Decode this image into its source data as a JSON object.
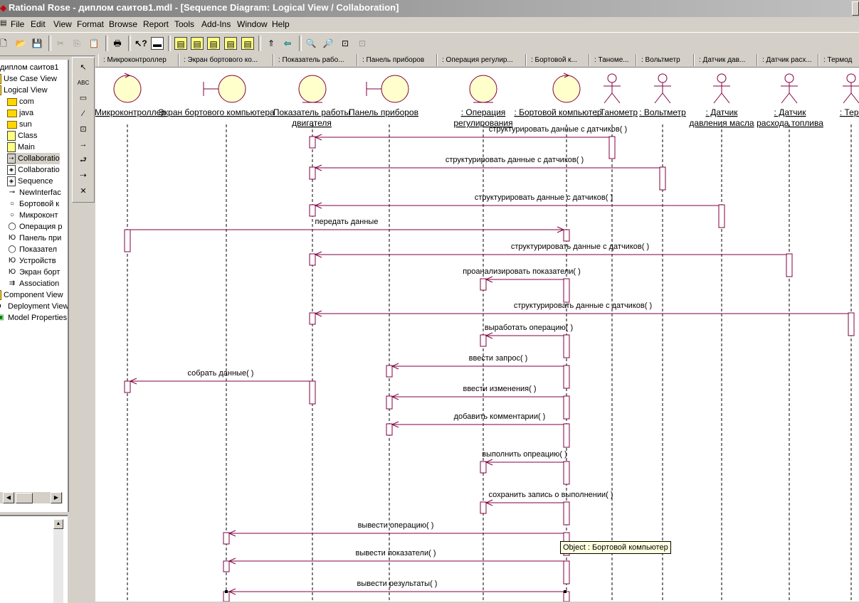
{
  "window": {
    "title": "Rational Rose - диплом саитов1.mdl - [Sequence Diagram: Logical View / Collaboration]"
  },
  "menu": [
    "File",
    "Edit",
    "View",
    "Format",
    "Browse",
    "Report",
    "Tools",
    "Add-Ins",
    "Window",
    "Help"
  ],
  "toolbar": {
    "icons": [
      "new-icon",
      "open-icon",
      "save-icon",
      "cut-icon",
      "copy-icon",
      "paste-icon",
      "print-icon",
      "context-help-icon",
      "view-doc-icon",
      "class-diagram-icon",
      "use-case-diagram-icon",
      "component-diagram-icon",
      "deployment-diagram-icon",
      "state-diagram-icon",
      "browse-parent-icon",
      "browse-previous-icon",
      "zoom-in-icon",
      "zoom-out-icon",
      "fit-in-window-icon",
      "undo-fit-icon"
    ]
  },
  "browser": {
    "items": [
      {
        "label": "диплом саитов1",
        "icon": "model-icon",
        "level": 0
      },
      {
        "label": "Use Case View",
        "icon": "folder-icon",
        "level": 0
      },
      {
        "label": "Logical View",
        "icon": "folder-icon",
        "level": 0
      },
      {
        "label": "com",
        "icon": "package-icon",
        "level": 1
      },
      {
        "label": "java",
        "icon": "package-icon",
        "level": 1
      },
      {
        "label": "sun",
        "icon": "package-icon",
        "level": 1
      },
      {
        "label": "Class",
        "icon": "class-diagram-icon",
        "level": 1
      },
      {
        "label": "Main",
        "icon": "class-diagram-icon",
        "level": 1
      },
      {
        "label": "Collaboratio",
        "icon": "sequence-diagram-icon",
        "level": 1
      },
      {
        "label": "Collaboratio",
        "icon": "collaboration-diagram-icon",
        "level": 1
      },
      {
        "label": "Sequence",
        "icon": "collaboration-diagram-icon",
        "level": 1
      },
      {
        "label": "NewInterfac",
        "icon": "interface-icon",
        "level": 1
      },
      {
        "label": "Бортовой к",
        "icon": "control-icon",
        "level": 1
      },
      {
        "label": "Микроконт",
        "icon": "control-icon",
        "level": 1
      },
      {
        "label": "Операция р",
        "icon": "entity-icon",
        "level": 1
      },
      {
        "label": "Панель при",
        "icon": "boundary-icon",
        "level": 1
      },
      {
        "label": "Показател",
        "icon": "entity-icon",
        "level": 1
      },
      {
        "label": "Устройств",
        "icon": "boundary-icon",
        "level": 1
      },
      {
        "label": "Экран борт",
        "icon": "boundary-icon",
        "level": 1
      },
      {
        "label": "Association",
        "icon": "association-icon",
        "level": 1
      },
      {
        "label": "Component View",
        "icon": "folder-icon",
        "level": 0
      },
      {
        "label": "Deployment View",
        "icon": "deployment-icon",
        "level": 0
      },
      {
        "label": "Model Properties",
        "icon": "properties-icon",
        "level": 0
      }
    ]
  },
  "palette": {
    "items": [
      {
        "name": "selection-tool",
        "glyph": "↖"
      },
      {
        "name": "text-tool",
        "glyph": "ABC"
      },
      {
        "name": "note-tool",
        "glyph": "▭"
      },
      {
        "name": "anchor-note-tool",
        "glyph": "⁄"
      },
      {
        "name": "object-tool",
        "glyph": "⊡"
      },
      {
        "name": "object-message-tool",
        "glyph": "→"
      },
      {
        "name": "message-to-self-tool",
        "glyph": "⮐"
      },
      {
        "name": "return-message-tool",
        "glyph": "⇢"
      },
      {
        "name": "destruction-marker-tool",
        "glyph": "✕"
      }
    ]
  },
  "header": {
    "labels": [
      ": Микроконтроллер",
      ": Экран бортового ко...",
      ": Показатель рабо...",
      ": Панель приборов",
      ": Операция регулир...",
      ": Бортовой к...",
      ": Таноме...",
      ": Вольтметр",
      ": Датчик дав...",
      ": Датчик расх...",
      ": Термод"
    ]
  },
  "objects": [
    {
      "type": "control",
      "label": "Микроконтроллер"
    },
    {
      "type": "boundary",
      "label": "Экран бортового компьютера"
    },
    {
      "type": "entity",
      "label": "Показатель работы двигателя"
    },
    {
      "type": "boundary",
      "label": "Панель приборов"
    },
    {
      "type": "entity",
      "label": ": Операция регулирования"
    },
    {
      "type": "control",
      "label": ": Бортовой компьютер"
    },
    {
      "type": "actor",
      "label": ": Танометр"
    },
    {
      "type": "actor",
      "label": ": Вольтметр"
    },
    {
      "type": "actor",
      "label": ": Датчик давления масла"
    },
    {
      "type": "actor",
      "label": ": Датчик расхода топлива"
    },
    {
      "type": "actor",
      "label": ": Термод"
    }
  ],
  "messages": [
    {
      "from": 6,
      "to": 2,
      "label": "структурировать данные с датчиков( )"
    },
    {
      "from": 7,
      "to": 2,
      "label": "структурировать данные с датчиков( )"
    },
    {
      "from": 8,
      "to": 2,
      "label": "структурировать данные с датчиков( )"
    },
    {
      "from": 0,
      "to": 5,
      "label": "передать данные"
    },
    {
      "from": 9,
      "to": 2,
      "label": "структурировать данные с датчиков( )"
    },
    {
      "from": 5,
      "to": 4,
      "label": "проанализировать показатели( )"
    },
    {
      "from": 10,
      "to": 2,
      "label": "структурировать данные с датчиков( )"
    },
    {
      "from": 5,
      "to": 4,
      "label": "выработать операцию( )"
    },
    {
      "from": 5,
      "to": 3,
      "label": "ввести запрос( )"
    },
    {
      "from": 2,
      "to": 0,
      "label": "собрать данные( )"
    },
    {
      "from": 5,
      "to": 3,
      "label": "ввести изменения( )"
    },
    {
      "from": 5,
      "to": 3,
      "label": "добавить комментарии( )"
    },
    {
      "from": 5,
      "to": 4,
      "label": "выполнить опреацию( )"
    },
    {
      "from": 5,
      "to": 4,
      "label": "сохранить запись о выполнении( )"
    },
    {
      "from": 5,
      "to": 1,
      "label": "вывести операцию( )"
    },
    {
      "from": 5,
      "to": 1,
      "label": "вывести показатели( )"
    },
    {
      "from": 5,
      "to": 1,
      "label": "вывести результаты( )"
    }
  ],
  "tooltip": "Object  :  Бортовой компьютер",
  "colors": {
    "element_stroke": "#800040",
    "element_fill": "#ffffcc",
    "canvas": "#ffffff",
    "tooltip_bg": "#ffffe1"
  }
}
